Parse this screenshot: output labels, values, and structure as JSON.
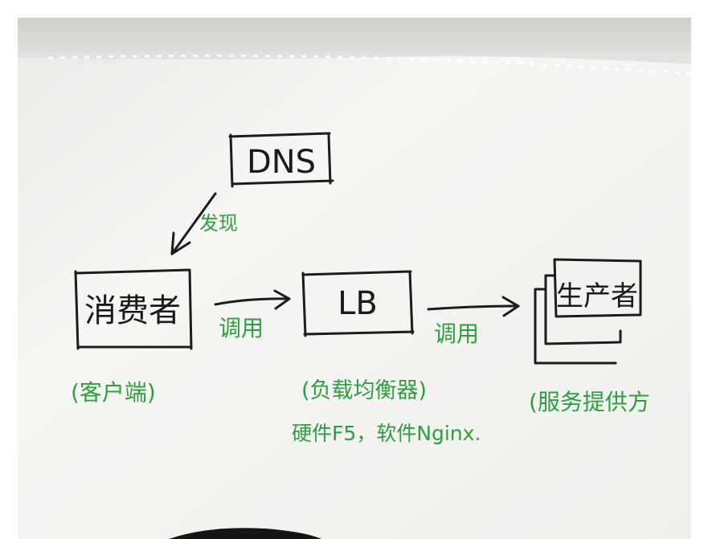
{
  "nodes": {
    "dns": "DNS",
    "consumer": "消费者",
    "lb": "LB",
    "producer": "生产者"
  },
  "edges": {
    "dns_to_consumer": "发现",
    "consumer_to_lb": "调用",
    "lb_to_producer": "调用"
  },
  "annotations": {
    "consumer_note": "(客户端)",
    "lb_note": "(负载均衡器)",
    "lb_examples": "硬件F5，软件Nginx.",
    "producer_note": "(服务提供方"
  },
  "colors": {
    "ink": "#1c1c1c",
    "annotation_green": "#2f9e3e",
    "paper": "#f4f4f1"
  }
}
